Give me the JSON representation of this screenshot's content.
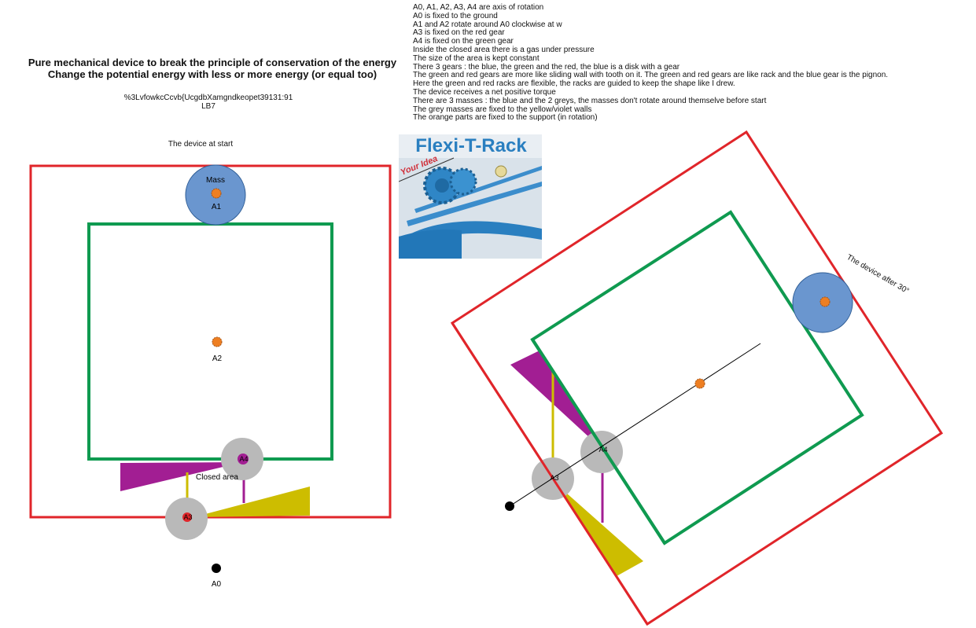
{
  "header": {
    "title_line1": "Pure mechanical device to break the principle of conservation of the energy",
    "title_line2": "Change the potential energy with less or more energy (or equal too)",
    "code_line1": "%3LvfowkcCcvb{UcgdbXamgndkeopet39131:91",
    "code_line2": "LB7"
  },
  "notes": [
    "A0, A1, A2, A3, A4 are axis of rotation",
    "A0 is fixed to the ground",
    "A1 and A2 rotate around A0 clockwise at w",
    "A3 is fixed on the red gear",
    "A4 is fixed on the green gear",
    "Inside the closed area there is a gas under pressure",
    "The size of the area is kept constant",
    "There 3 gears : the blue, the green and the red, the blue is a disk with a gear",
    "The green and red gears are more like sliding wall with tooth on it. The green and red gears are like rack and the blue gear is the pignon. Here the green and red racks are flexible, the racks are guided to keep the shape like I drew.",
    "The device receives a net positive torque",
    "There are 3 masses : the blue and the 2 greys, the masses don't rotate around themselve before start",
    "The grey masses are fixed to the yellow/violet walls",
    "The orange parts are fixed to the support (in rotation)"
  ],
  "captions": {
    "start": "The device at start",
    "after": "The device after 30°"
  },
  "labels": {
    "mass": "Mass",
    "a0": "A0",
    "a1": "A1",
    "a2": "A2",
    "a3": "A3",
    "a4": "A4",
    "closed_area": "Closed area"
  },
  "logo": {
    "text": "Flexi-T-Rack",
    "tagline": "Your Idea"
  },
  "colors": {
    "red": "#e0252a",
    "green": "#0f9a50",
    "blue": "#6a96cf",
    "orange": "#ee7f22",
    "grey": "#b9b9b9",
    "purple": "#a21e93",
    "yellow": "#cdbd00",
    "logo_blue": "#2a7fc0"
  }
}
